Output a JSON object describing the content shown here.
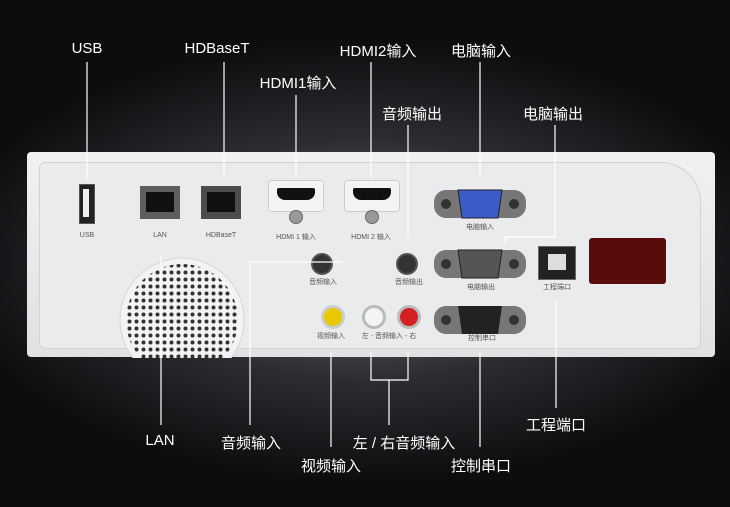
{
  "callouts": {
    "usb": "USB",
    "hdbaset": "HDBaseT",
    "hdmi1": "HDMI1输入",
    "hdmi2": "HDMI2输入",
    "audio_out": "音频输出",
    "pc_in": "电脑输入",
    "pc_out": "电脑输出",
    "lan": "LAN",
    "audio_in": "音频输入",
    "video_in": "视频输入",
    "lr_audio_in": "左 / 右音频输入",
    "serial": "控制串口",
    "service_port": "工程端口"
  },
  "panel_labels": {
    "usb": "USB",
    "lan": "LAN",
    "hdbaset": "HDBaseT",
    "hdmi1": "HDMI 1 输入",
    "hdmi2": "HDMI 2 输入",
    "pc_in": "电脑输入",
    "audio_in": "音频输入",
    "audio_out": "音频输出",
    "pc_out": "电脑输出",
    "service_port": "工程端口",
    "video_in": "视频输入",
    "lr_audio_in": "左 - 音频输入 - 右",
    "serial": "控制串口"
  },
  "colors": {
    "video_jack": "#e8c800",
    "left_jack": "#f4f4f4",
    "right_jack": "#d42020",
    "vga_in": "#3a5cc8",
    "ir_window": "#5a0c0c"
  }
}
